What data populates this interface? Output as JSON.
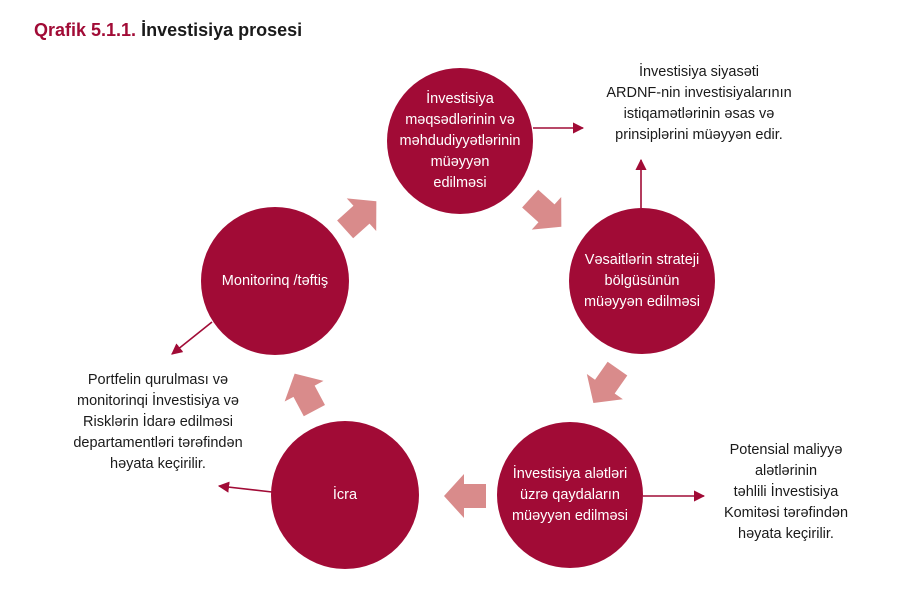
{
  "title": {
    "number": "Qrafik 5.1.1.",
    "name": "İnvestisiya prosesi"
  },
  "steps": {
    "top": [
      "İnvestisiya",
      "məqsədlərinin və",
      "məhdudiyyətlərinin",
      "müəyyən",
      "edilməsi"
    ],
    "right": [
      "Vəsaitlərin strateji",
      "bölgüsünün",
      "müəyyən edilməsi"
    ],
    "bottom_right": [
      "İnvestisiya alətləri",
      "üzrə qaydaların",
      "müəyyən edilməsi"
    ],
    "bottom_left": [
      "İcra"
    ],
    "left": [
      "Monitorinq /təftiş"
    ]
  },
  "notes": {
    "top_right": [
      "İnvestisiya siyasəti",
      "ARDNF-nin investisiyalarının",
      "istiqamətlərinin əsas və",
      "prinsiplərini müəyyən edir."
    ],
    "bottom_right": [
      "Potensial maliyyə",
      "alətlərinin",
      "təhlili İnvestisiya",
      "Komitəsi tərəfindən",
      "həyata keçirilir."
    ],
    "left": [
      "Portfelin qurulması və",
      "monitorinqi İnvestisiya və",
      "Risklərin İdarə edilməsi",
      "departamentləri tərəfindən",
      "həyata keçirilir."
    ]
  },
  "colors": {
    "circle": "#a10b36",
    "block_arrow": "#d98b8b",
    "thin_arrow": "#a10b36"
  }
}
